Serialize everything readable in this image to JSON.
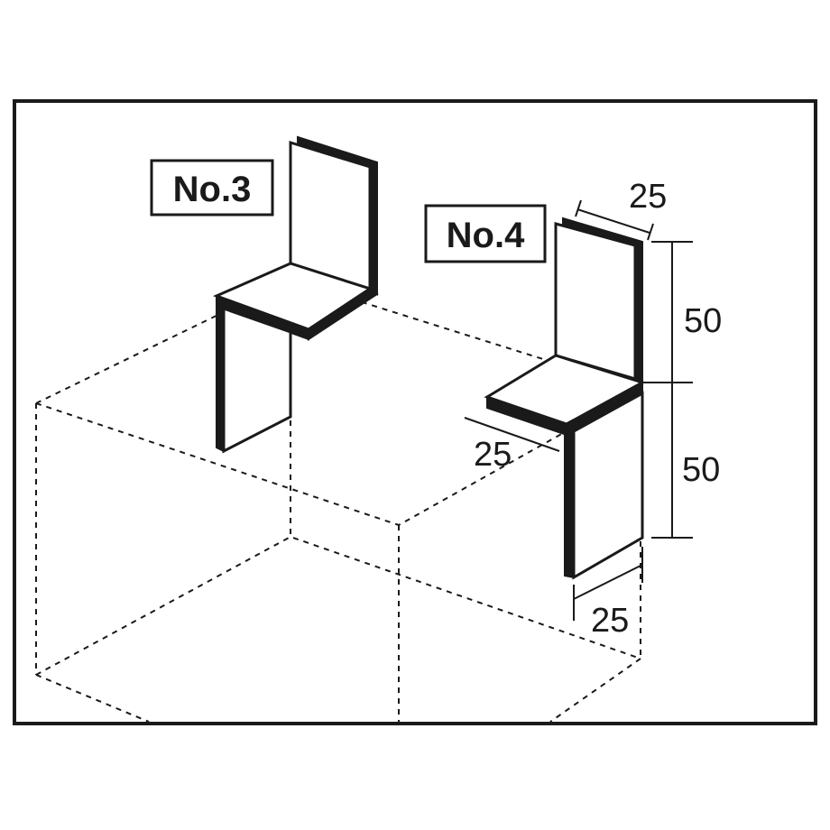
{
  "labels": {
    "left_chair": "No.3",
    "right_chair": "No.4"
  },
  "dimensions": {
    "top_depth": "25",
    "upper_height": "50",
    "lower_height": "50",
    "seat_depth": "25",
    "bottom_depth": "25"
  },
  "colors": {
    "ink": "#1a1a1a",
    "paper": "#ffffff"
  }
}
